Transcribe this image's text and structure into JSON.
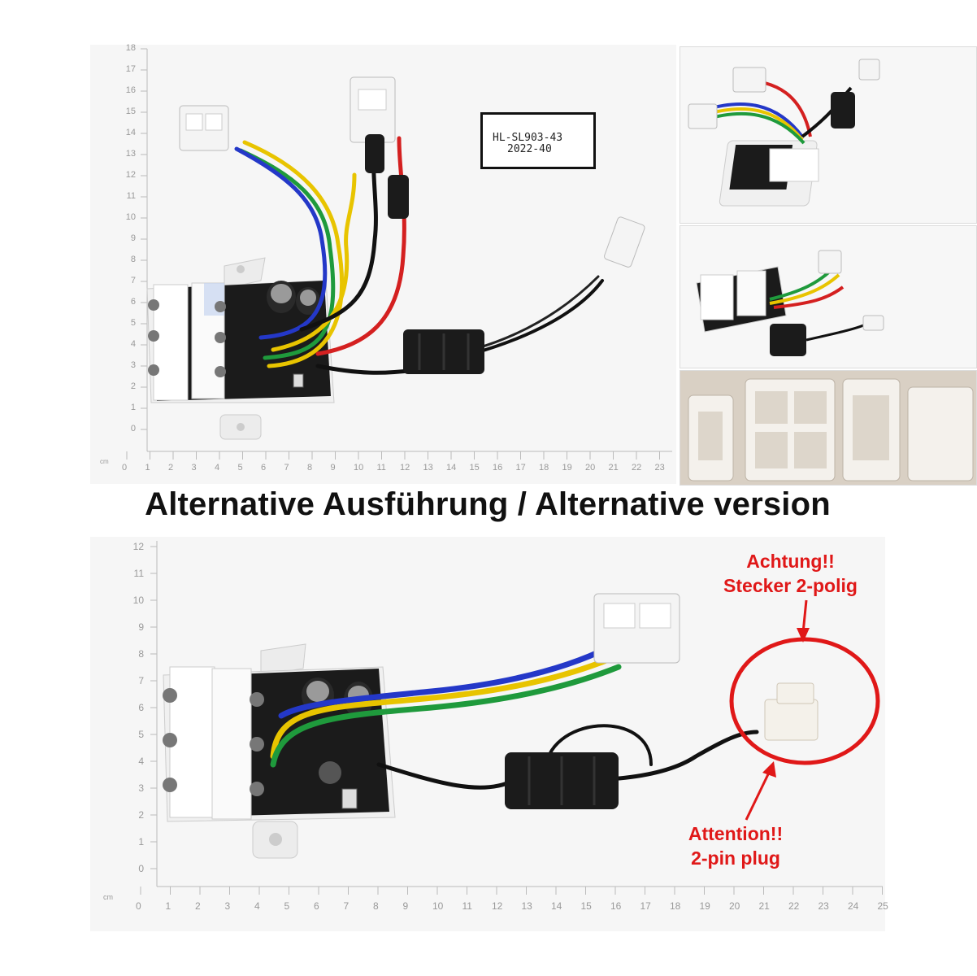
{
  "top_photo": {
    "label_code": "HL-SL903-43",
    "label_date": "2022-40",
    "ruler_unit": "cm",
    "vertical_ticks": [
      "18",
      "17",
      "16",
      "15",
      "14",
      "13",
      "12",
      "11",
      "10",
      "9",
      "8",
      "7",
      "6",
      "5",
      "4",
      "3",
      "2",
      "1",
      "0"
    ],
    "horizontal_ticks": [
      "0",
      "1",
      "2",
      "3",
      "4",
      "5",
      "6",
      "7",
      "8",
      "9",
      "10",
      "11",
      "12",
      "13",
      "14",
      "15",
      "16",
      "17",
      "18",
      "19",
      "20",
      "21",
      "22",
      "23"
    ]
  },
  "divider_title": "Alternative Ausführung / Alternative version",
  "bottom_photo": {
    "ruler_unit": "cm",
    "vertical_ticks": [
      "12",
      "11",
      "10",
      "9",
      "8",
      "7",
      "6",
      "5",
      "4",
      "3",
      "2",
      "1",
      "0"
    ],
    "horizontal_ticks": [
      "0",
      "1",
      "2",
      "3",
      "4",
      "5",
      "6",
      "7",
      "8",
      "9",
      "10",
      "11",
      "12",
      "13",
      "14",
      "15",
      "16",
      "17",
      "18",
      "19",
      "20",
      "21",
      "22",
      "23",
      "24",
      "25"
    ],
    "note_de_line1": "Achtung!!",
    "note_de_line2": "Stecker 2-polig",
    "note_en_line1": "Attention!!",
    "note_en_line2": "2-pin plug",
    "highlight_color": "#e01818"
  },
  "colors": {
    "wire_yellow": "#e8c400",
    "wire_green": "#1f9a3c",
    "wire_blue": "#2438c8",
    "wire_red": "#d42020",
    "wire_black": "#111111",
    "board": "#1a1a1a",
    "housing": "#f2f2f2"
  }
}
